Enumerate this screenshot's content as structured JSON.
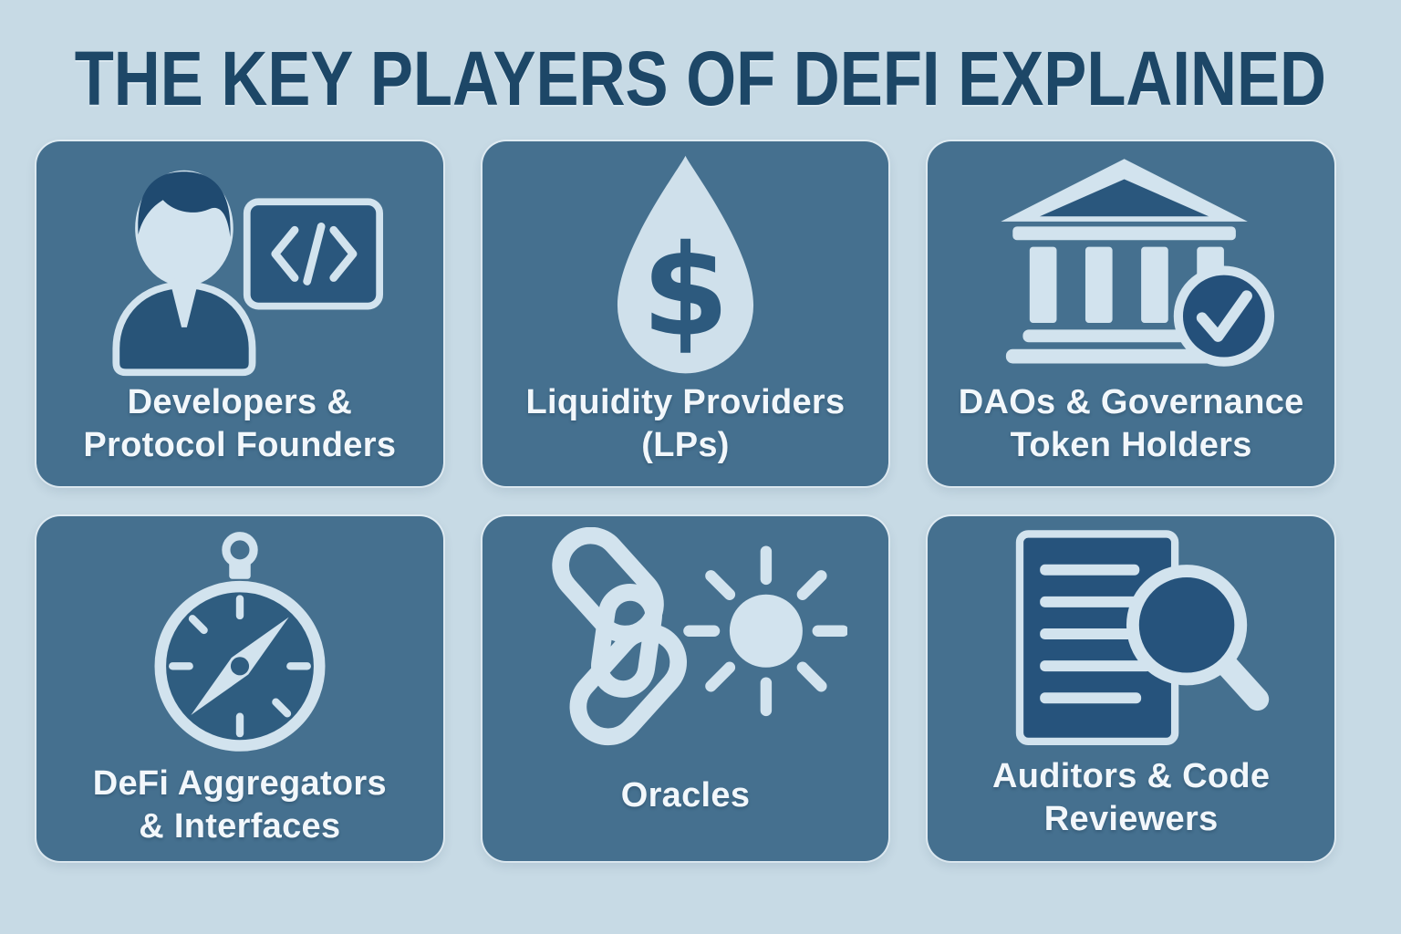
{
  "title": "THE KEY PLAYERS OF DEFI EXPLAINED",
  "colors": {
    "background": "#c7dae5",
    "card_background": "#45708f",
    "icon_light": "#d2e3ee",
    "icon_dark": "#27537b",
    "icon_darker": "#1f4a70",
    "title_text": "#1d4767",
    "label_text": "#f2f7fb"
  },
  "cards": [
    {
      "id": "developers-protocol-founders",
      "icon": "developer-code-icon",
      "lines": [
        "Developers &",
        "Protocol Founders"
      ]
    },
    {
      "id": "liquidity-providers",
      "icon": "liquidity-drop-dollar-icon",
      "symbol": "$",
      "lines": [
        "Liquidity Providers",
        "(LPs)"
      ]
    },
    {
      "id": "daos-governance-token-holders",
      "icon": "bank-checkmark-icon",
      "lines": [
        "DAOs & Governance",
        "Token Holders"
      ]
    },
    {
      "id": "defi-aggregators-interfaces",
      "icon": "compass-icon",
      "lines": [
        "DeFi Aggregators",
        "& Interfaces"
      ]
    },
    {
      "id": "oracles",
      "icon": "chain-link-sun-icon",
      "lines": [
        "Oracles"
      ]
    },
    {
      "id": "auditors-code-reviewers",
      "icon": "document-magnifier-icon",
      "lines": [
        "Auditors & Code",
        "Reviewers"
      ]
    }
  ]
}
